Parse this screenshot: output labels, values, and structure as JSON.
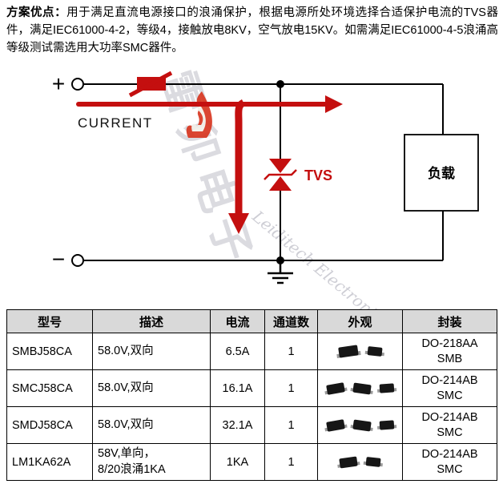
{
  "header": {
    "bold_label": "方案优点：",
    "text": "用于满足直流电源接口的浪涌保护，根据电源所处环境选择合适保护电流的TVS器件，满足IEC61000-4-2，等级4，接触放电8KV，空气放电15KV。如需满足IEC61000-4-5浪涌高等级测试需选用大功率SMC器件。"
  },
  "diagram": {
    "plus_label": "+",
    "minus_label": "−",
    "current_label": "CURRENT",
    "tvs_label": "TVS",
    "load_label": "负载",
    "accent_red": "#c40f0f",
    "watermark_cn": "雷卯电子",
    "watermark_en": "Leiditech Electronic"
  },
  "table": {
    "headers": [
      "型号",
      "描述",
      "电流",
      "通道数",
      "外观",
      "封装"
    ],
    "rows": [
      {
        "model": "SMBJ58CA",
        "desc": "58.0V,双向",
        "desc2": "",
        "current": "6.5A",
        "channels": "1",
        "pkg1": "DO-218AA",
        "pkg2": "SMB"
      },
      {
        "model": "SMCJ58CA",
        "desc": "58.0V,双向",
        "desc2": "",
        "current": "16.1A",
        "channels": "1",
        "pkg1": "DO-214AB",
        "pkg2": "SMC"
      },
      {
        "model": "SMDJ58CA",
        "desc": "58.0V,双向",
        "desc2": "",
        "current": "32.1A",
        "channels": "1",
        "pkg1": "DO-214AB",
        "pkg2": "SMC"
      },
      {
        "model": "LM1KA62A",
        "desc": "58V,单向，",
        "desc2": "8/20浪涌1KA",
        "current": "1KA",
        "channels": "1",
        "pkg1": "DO-214AB",
        "pkg2": "SMC"
      }
    ]
  }
}
